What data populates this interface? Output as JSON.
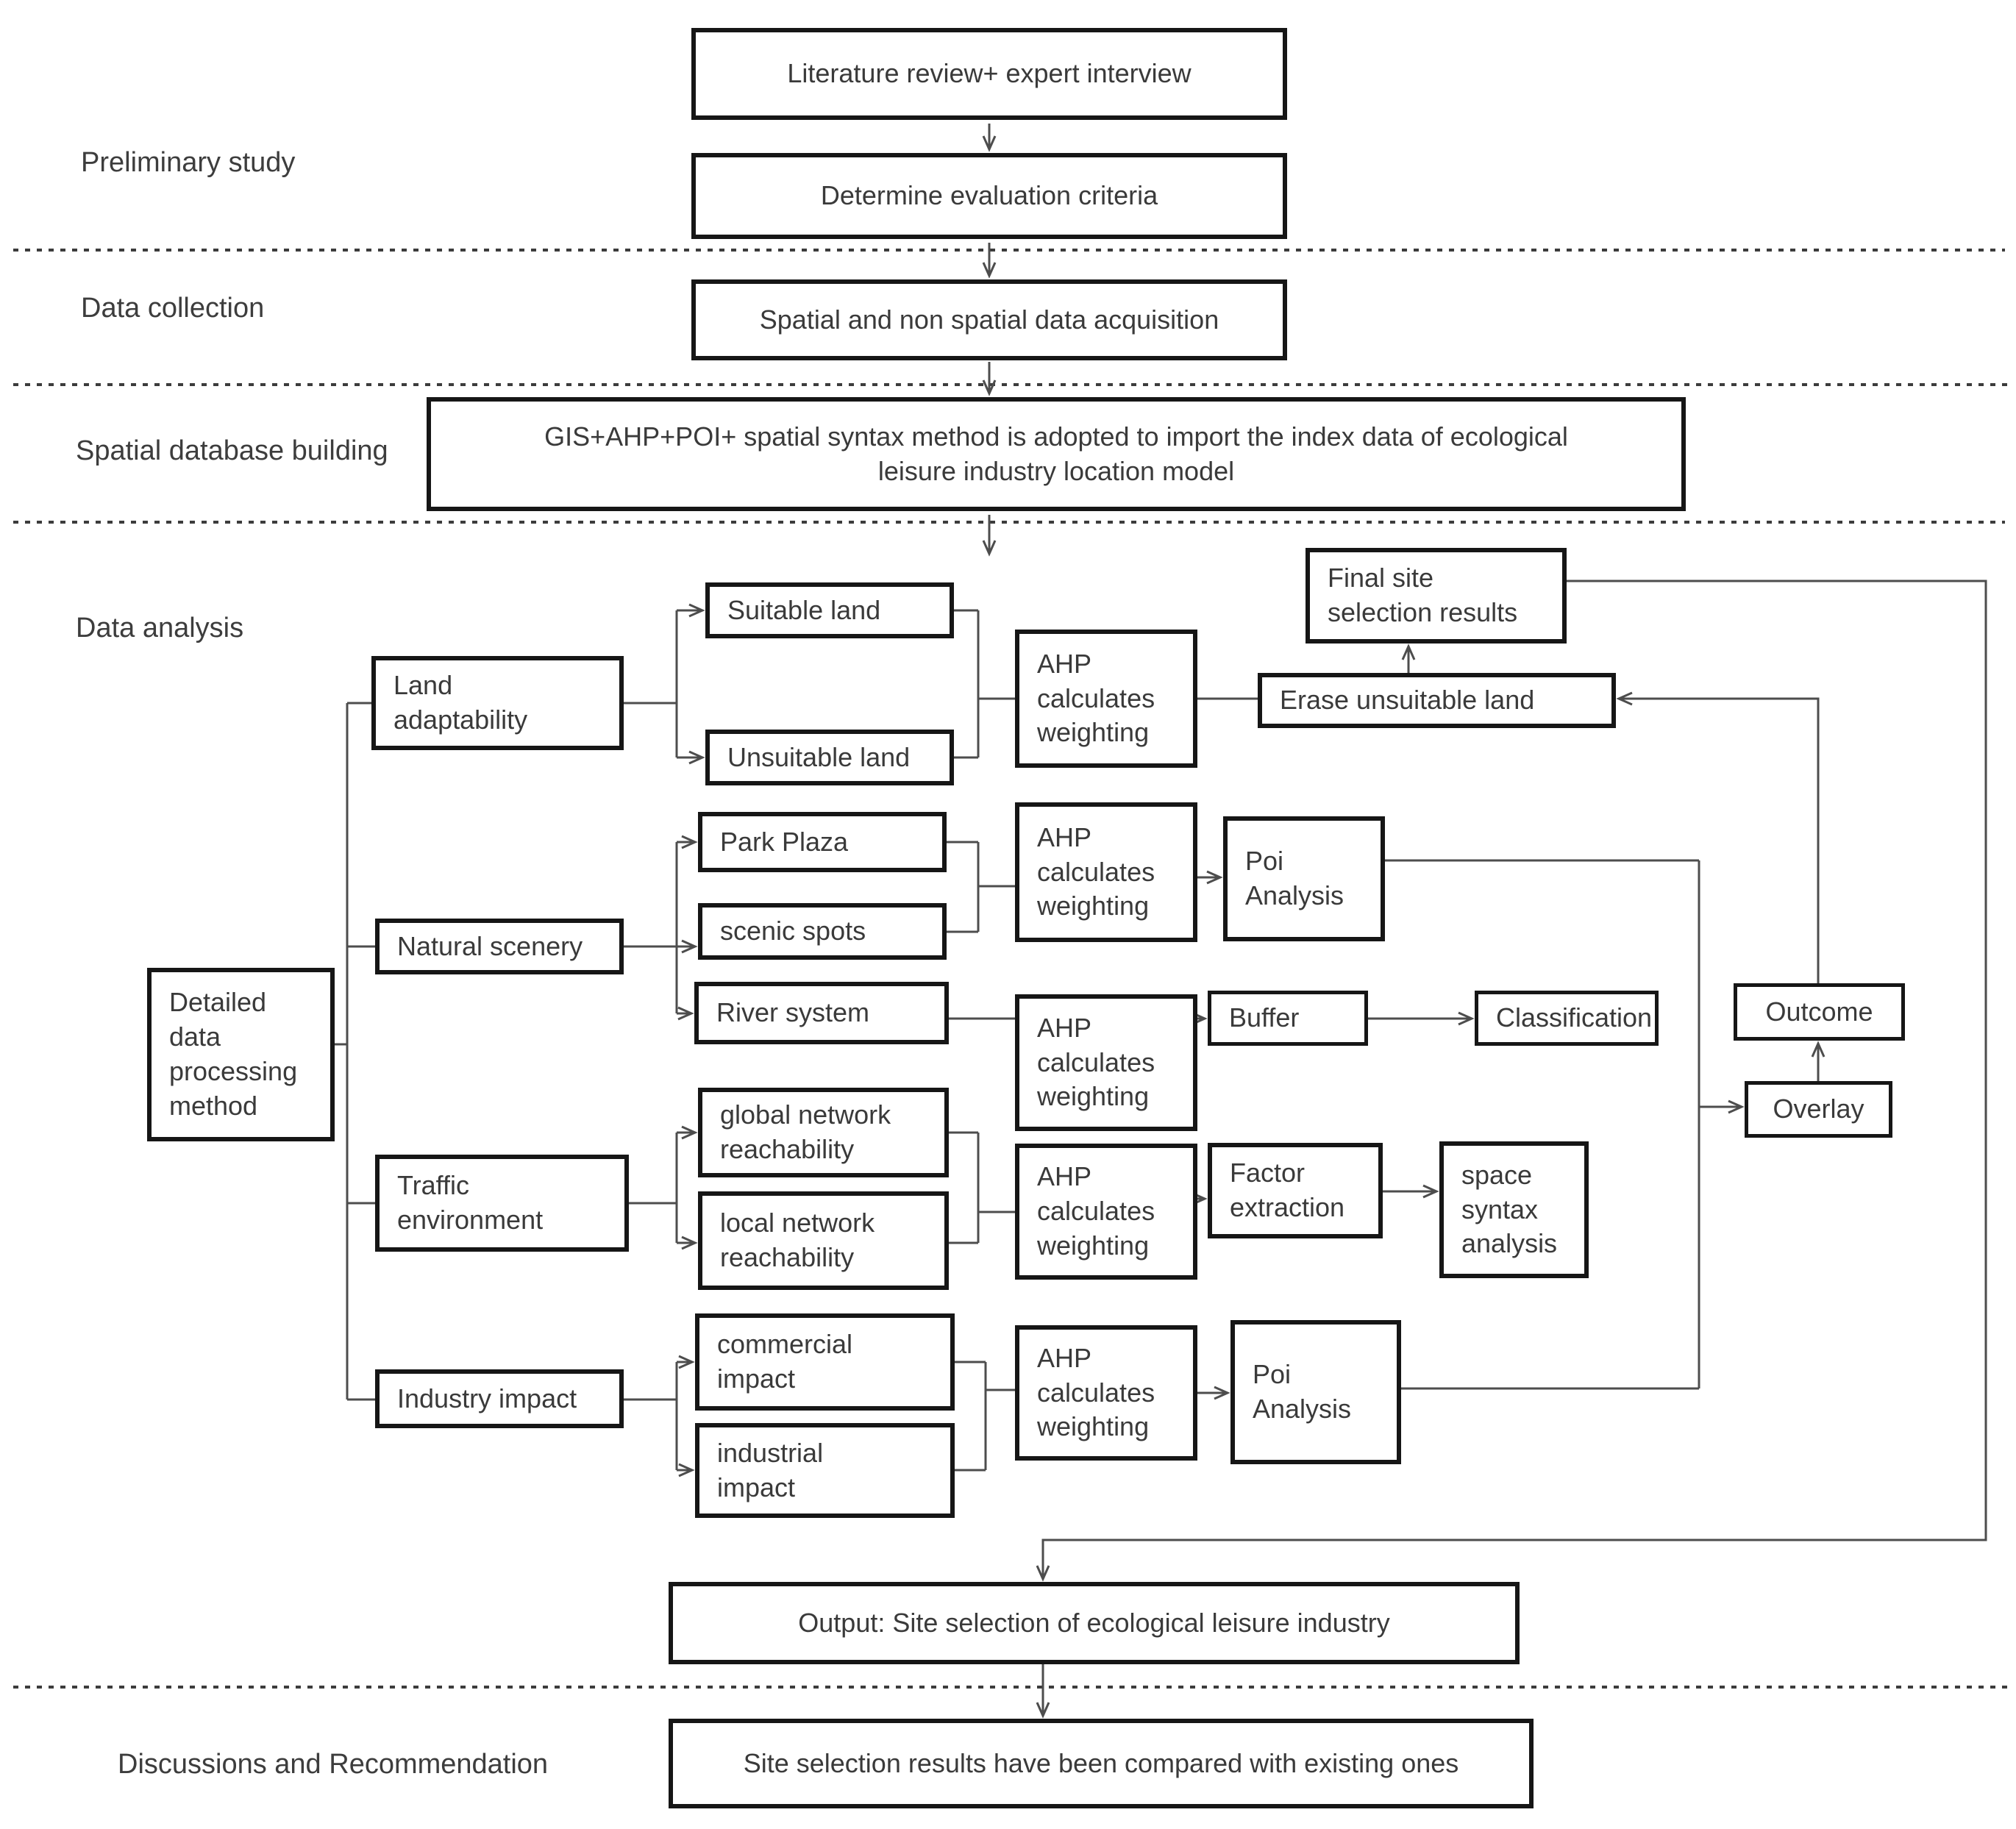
{
  "diagram_title": "Ecological leisure industry site selection methodology flowchart",
  "stages": {
    "preliminary": "Preliminary study",
    "data_collection": "Data collection",
    "spatial_db": "Spatial database building",
    "data_analysis": "Data analysis",
    "discussions": "Discussions and Recommendation"
  },
  "nodes": {
    "literature": "Literature review+ expert interview",
    "determine": "Determine evaluation criteria",
    "acquisition": "Spatial and non spatial data acquisition",
    "gis": "GIS+AHP+POI+ spatial syntax method is adopted to import the index data of ecological\nleisure industry location model",
    "detailed": "Detailed\ndata\nprocessing\nmethod",
    "land": "Land\nadaptability",
    "scenery": "Natural scenery",
    "traffic": "Traffic\nenvironment",
    "industry": "Industry impact",
    "suitable": "Suitable land",
    "unsuitable": "Unsuitable land",
    "park_plaza": "Park Plaza",
    "scenic_spots": "scenic spots",
    "river": "River system",
    "global_net": "global network\nreachability",
    "local_net": "local network\nreachability",
    "commercial": "commercial\nimpact",
    "industrial": "industrial\nimpact",
    "ahp1": "AHP\ncalculates\nweighting",
    "ahp2": "AHP\ncalculates\nweighting",
    "ahp3": "AHP\ncalculates\nweighting",
    "ahp4": "AHP\ncalculates\nweighting",
    "ahp5": "AHP\ncalculates\nweighting",
    "poi1": "Poi\nAnalysis",
    "poi2": "Poi\nAnalysis",
    "buffer": "Buffer",
    "classification": "Classification",
    "factor": "Factor\nextraction",
    "space_syntax": "space\nsyntax\nanalysis",
    "erase": "Erase unsuitable land",
    "final": "Final site\nselection results",
    "outcome": "Outcome",
    "overlay": "Overlay",
    "output": "Output: Site selection of ecological leisure industry",
    "compare": "Site selection results have been compared with existing ones"
  },
  "colors": {
    "box_border": "#161616",
    "text": "#3a3a3a",
    "connector": "#4d4d4d",
    "dashed_separator": "#3c3c3c",
    "background": "#ffffff"
  }
}
